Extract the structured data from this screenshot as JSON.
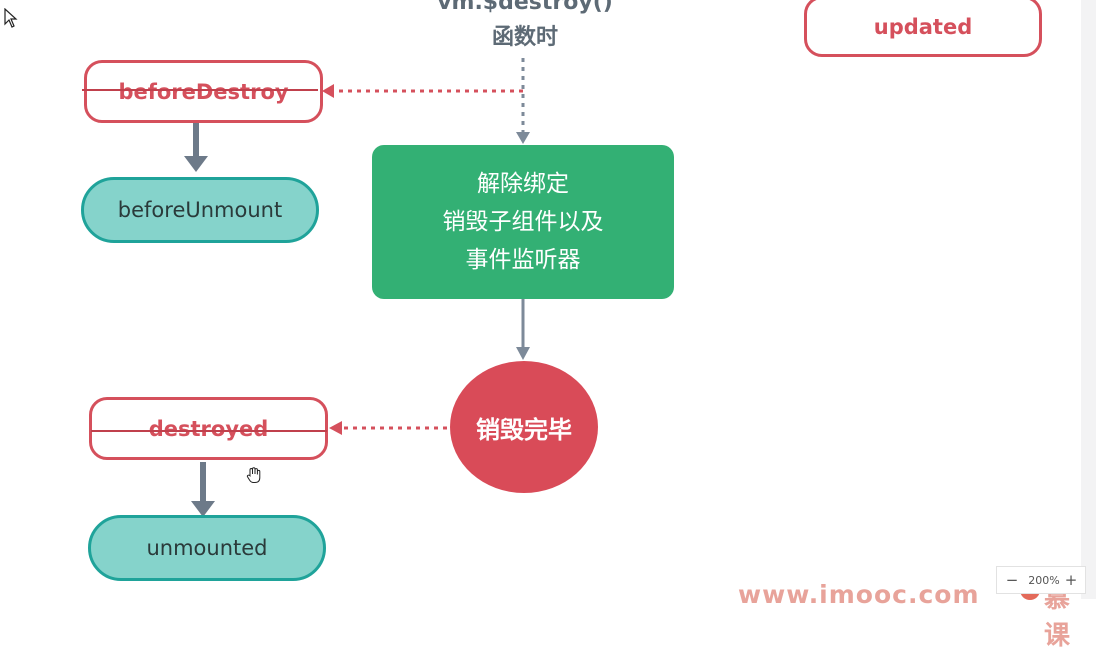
{
  "caption": {
    "line1": "vm.$destroy()",
    "line2": "函数时"
  },
  "nodes": {
    "updated": "updated",
    "before_destroy": "beforeDestroy",
    "before_unmount": "beforeUnmount",
    "unbind": {
      "line1": "解除绑定",
      "line2": "销毁子组件以及",
      "line3": "事件监听器"
    },
    "destroy_done": "销毁完毕",
    "destroyed": "destroyed",
    "unmounted": "unmounted"
  },
  "zoom": {
    "minus": "−",
    "level": "200%",
    "plus": "+"
  },
  "watermark": {
    "url": "www.imooc.com",
    "brand": "慕课"
  },
  "colors": {
    "red_hook": "#d5505c",
    "teal_hook": "#85d3cb",
    "green_box": "#33b074",
    "red_circle": "#d94b58",
    "arrow_gray": "#6d7a89"
  }
}
